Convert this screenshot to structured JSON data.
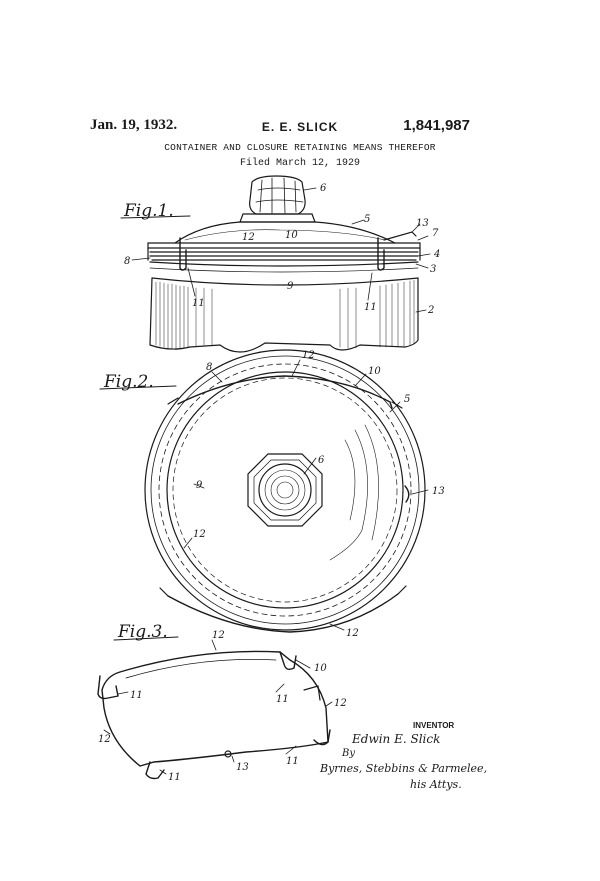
{
  "header": {
    "date": "Jan. 19, 1932.",
    "inventor": "E. E. SLICK",
    "patent_number": "1,841,987",
    "title": "CONTAINER AND CLOSURE RETAINING MEANS THEREFOR",
    "filed": "Filed March 12, 1929"
  },
  "figures": {
    "fig1_label": "Fig.1.",
    "fig2_label": "Fig.2.",
    "fig3_label": "Fig.3."
  },
  "fig1_refs": [
    "6",
    "5",
    "13",
    "7",
    "12",
    "10",
    "8",
    "4",
    "3",
    "9",
    "11",
    "11",
    "2"
  ],
  "fig2_refs": [
    "8",
    "12",
    "10",
    "5",
    "6",
    "9",
    "13",
    "12",
    "12"
  ],
  "fig3_refs": [
    "12",
    "10",
    "11",
    "11",
    "12",
    "12",
    "11",
    "13",
    "11"
  ],
  "signature": {
    "inventor_label": "INVENTOR",
    "inventor_sig": "Edwin E. Slick",
    "by": "By",
    "attorneys_sig": "Byrnes, Stebbins & Parmelee,",
    "attorneys_note": "his Attys."
  },
  "colors": {
    "ink": "#1a1a1a",
    "paper": "#ffffff"
  }
}
